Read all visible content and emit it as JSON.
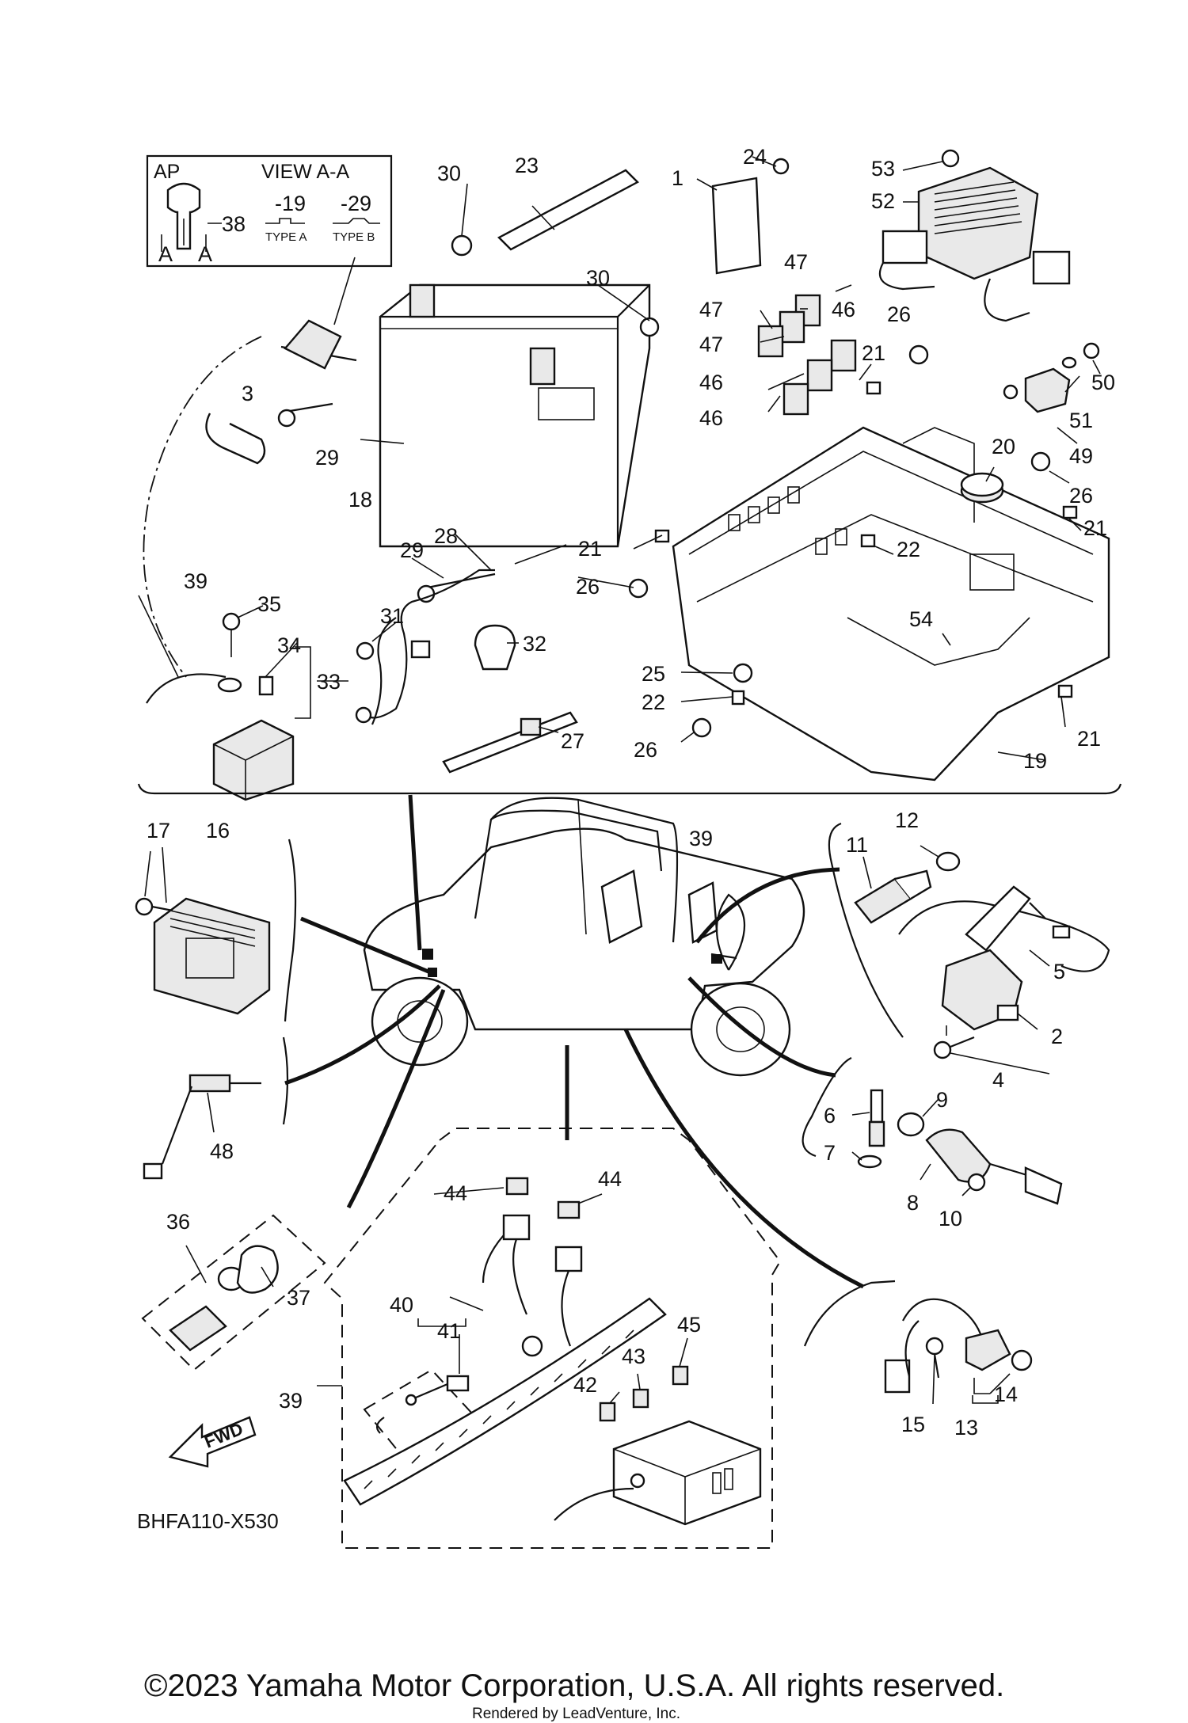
{
  "inset": {
    "ap_label": "AP",
    "view_label": "VIEW A-A",
    "section_label": "A",
    "type_a_code": "-19",
    "type_b_code": "-29",
    "type_a_label": "TYPE A",
    "type_b_label": "TYPE B",
    "key_callout": "38"
  },
  "callouts": {
    "c1": "1",
    "c2": "2",
    "c3": "3",
    "c4": "4",
    "c5": "5",
    "c6": "6",
    "c7": "7",
    "c8": "8",
    "c9": "9",
    "c10": "10",
    "c11": "11",
    "c12": "12",
    "c13": "13",
    "c14": "14",
    "c15": "15",
    "c16": "16",
    "c17": "17",
    "c18": "18",
    "c19": "19",
    "c20": "20",
    "c21": "21",
    "c22": "22",
    "c23": "23",
    "c24": "24",
    "c25": "25",
    "c26": "26",
    "c27": "27",
    "c28": "28",
    "c29": "29",
    "c30": "30",
    "c31": "31",
    "c32": "32",
    "c33": "33",
    "c34": "34",
    "c35": "35",
    "c36": "36",
    "c37": "37",
    "c39": "39",
    "c40": "40",
    "c41": "41",
    "c42": "42",
    "c43": "43",
    "c44": "44",
    "c45": "45",
    "c46": "46",
    "c47": "47",
    "c48": "48",
    "c49": "49",
    "c50": "50",
    "c51": "51",
    "c52": "52",
    "c53": "53",
    "c54": "54"
  },
  "fwd_label": "FWD",
  "diagram_code": "BHFA110-X530",
  "copyright": "©2023 Yamaha Motor Corporation, U.S.A. All rights reserved.",
  "rendered_by": "Rendered by LeadVenture, Inc."
}
